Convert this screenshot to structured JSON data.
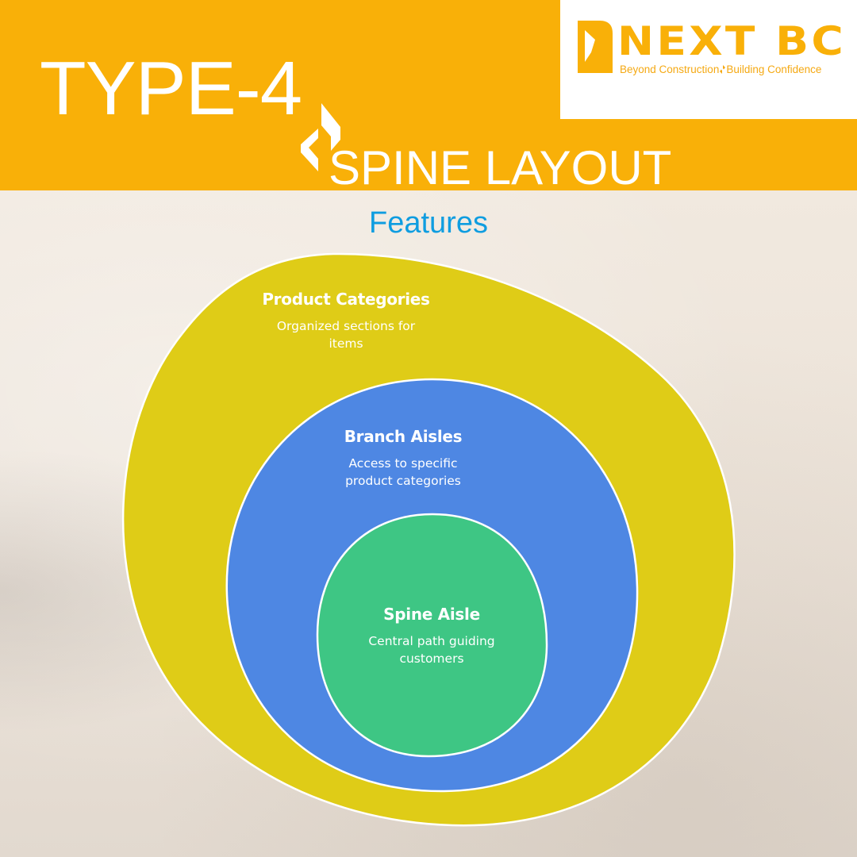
{
  "header": {
    "title_line1": "TYPE-4",
    "title_line2": "SPINE LAYOUT",
    "background_color": "#f9b008"
  },
  "logo": {
    "wordmark": "NEXT BC",
    "tagline_part1": "Beyond Construction",
    "tagline_part2": "Building Confidence",
    "color": "#f9b008"
  },
  "section_title": "Features",
  "diagram": {
    "layers": [
      {
        "id": "product-categories",
        "title": "Product Categories",
        "description": "Organized sections for items",
        "color": "#dfcc17"
      },
      {
        "id": "branch-aisles",
        "title": "Branch Aisles",
        "description": "Access to specific product categories",
        "color": "#4e87e3"
      },
      {
        "id": "spine-aisle",
        "title": "Spine Aisle",
        "description": "Central path guiding customers",
        "color": "#3ec684"
      }
    ]
  }
}
